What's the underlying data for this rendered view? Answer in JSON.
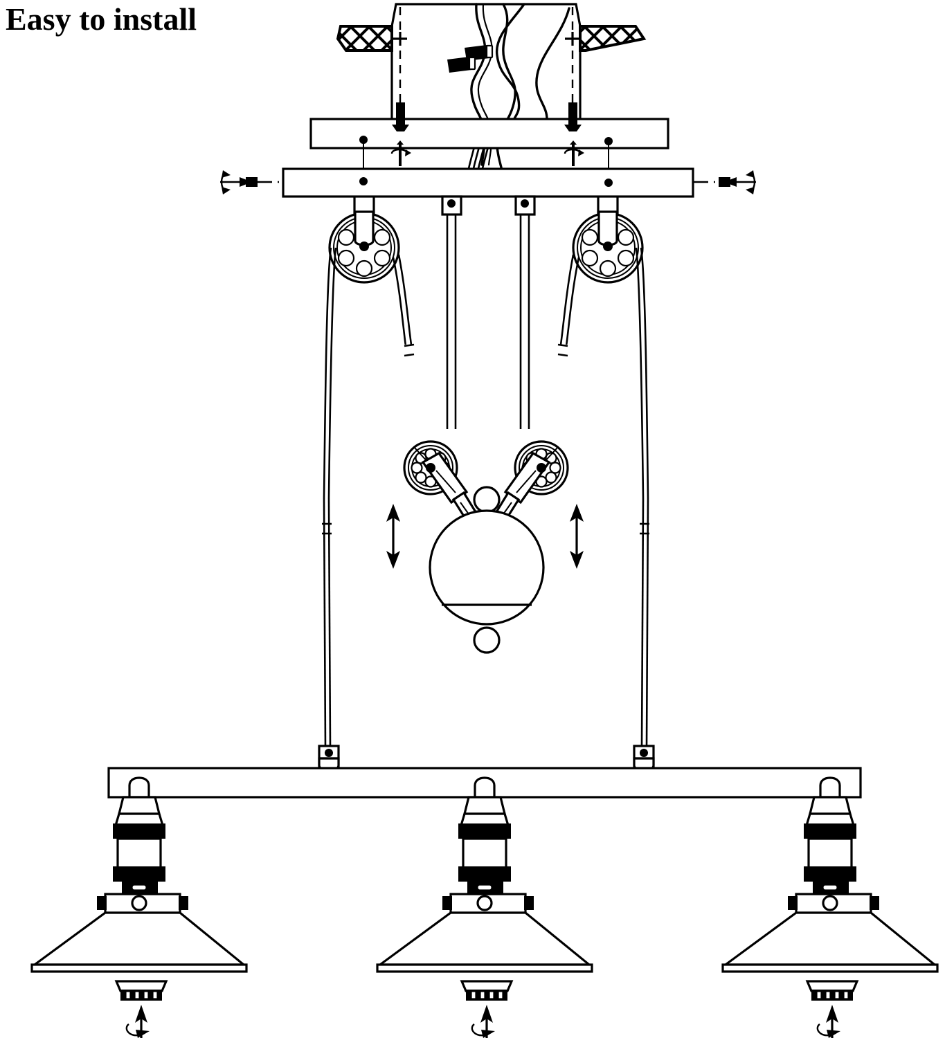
{
  "page": {
    "title": "Easy to install",
    "background_color": "#ffffff",
    "ink_color": "#000000",
    "kind": "line-art assembly / installation diagram",
    "subject": "3-light adjustable rise-and-fall pulley pendant chandelier"
  },
  "annotations": {
    "rotate_symbol_name": "rotation-arrow",
    "vertical_double_arrow_name": "up-down-arrow",
    "horizontal_screw_arrow_name": "screw-in-arrow",
    "count_rotation_symbols_top": 2,
    "count_rotation_symbols_bottom": 3,
    "count_vertical_arrows": 2,
    "count_horizontal_arrows": 2
  },
  "parts": {
    "ceiling": {
      "label": "ceiling",
      "hatch": "cross-hatch"
    },
    "junction_box": {
      "label": "junction box"
    },
    "wire_connectors": {
      "label": "wire nuts",
      "count": 2
    },
    "mount_plate": {
      "label": "ceiling mounting plate"
    },
    "mount_screws": {
      "label": "mounting screws",
      "count": 2
    },
    "canopy_bar": {
      "label": "canopy bar"
    },
    "upper_pulleys": {
      "label": "upper pulley",
      "count": 2,
      "spokes": 6
    },
    "lower_pulleys": {
      "label": "lower pulley",
      "count": 2,
      "spokes": 8
    },
    "counterweight": {
      "label": "counterweight ball"
    },
    "suspension_rods": {
      "label": "suspension rod",
      "count": 2
    },
    "lamp_bar": {
      "label": "lamp bar"
    },
    "sockets": {
      "label": "lamp socket",
      "count": 3
    },
    "shades": {
      "label": "cone shade",
      "count": 3
    },
    "shade_rings": {
      "label": "shade fixing ring",
      "count": 3
    }
  }
}
